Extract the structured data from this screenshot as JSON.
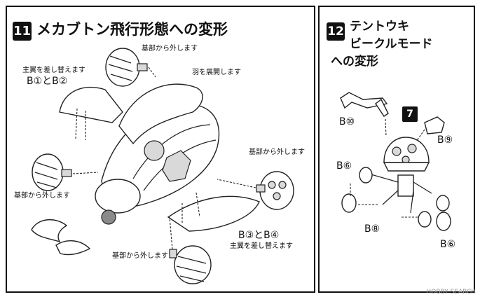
{
  "step11": {
    "number": "11",
    "title": "メカブトン飛行形態への変形",
    "labels": {
      "remove_top": "基部から外します",
      "replace_main_wing_1": "主翼を差し替えます",
      "parts_b1_b2": "B①とB②",
      "open_wing": "羽を展開します",
      "remove_right": "基部から外します",
      "remove_left": "基部から外します",
      "parts_b3_b4": "B③とB④",
      "replace_main_wing_2": "主翼を差し替えます",
      "remove_bottom": "基部から外します"
    }
  },
  "step12": {
    "number": "12",
    "title_lines": [
      "テントウキ",
      "ビークルモード",
      "への変形"
    ],
    "callout_number": "7",
    "labels": {
      "b10": "B⑩",
      "b9": "B⑨",
      "b6_top": "B⑥",
      "b8": "B⑧",
      "b6_bottom": "B⑥"
    }
  },
  "watermark": "HOBBY SEARCH"
}
